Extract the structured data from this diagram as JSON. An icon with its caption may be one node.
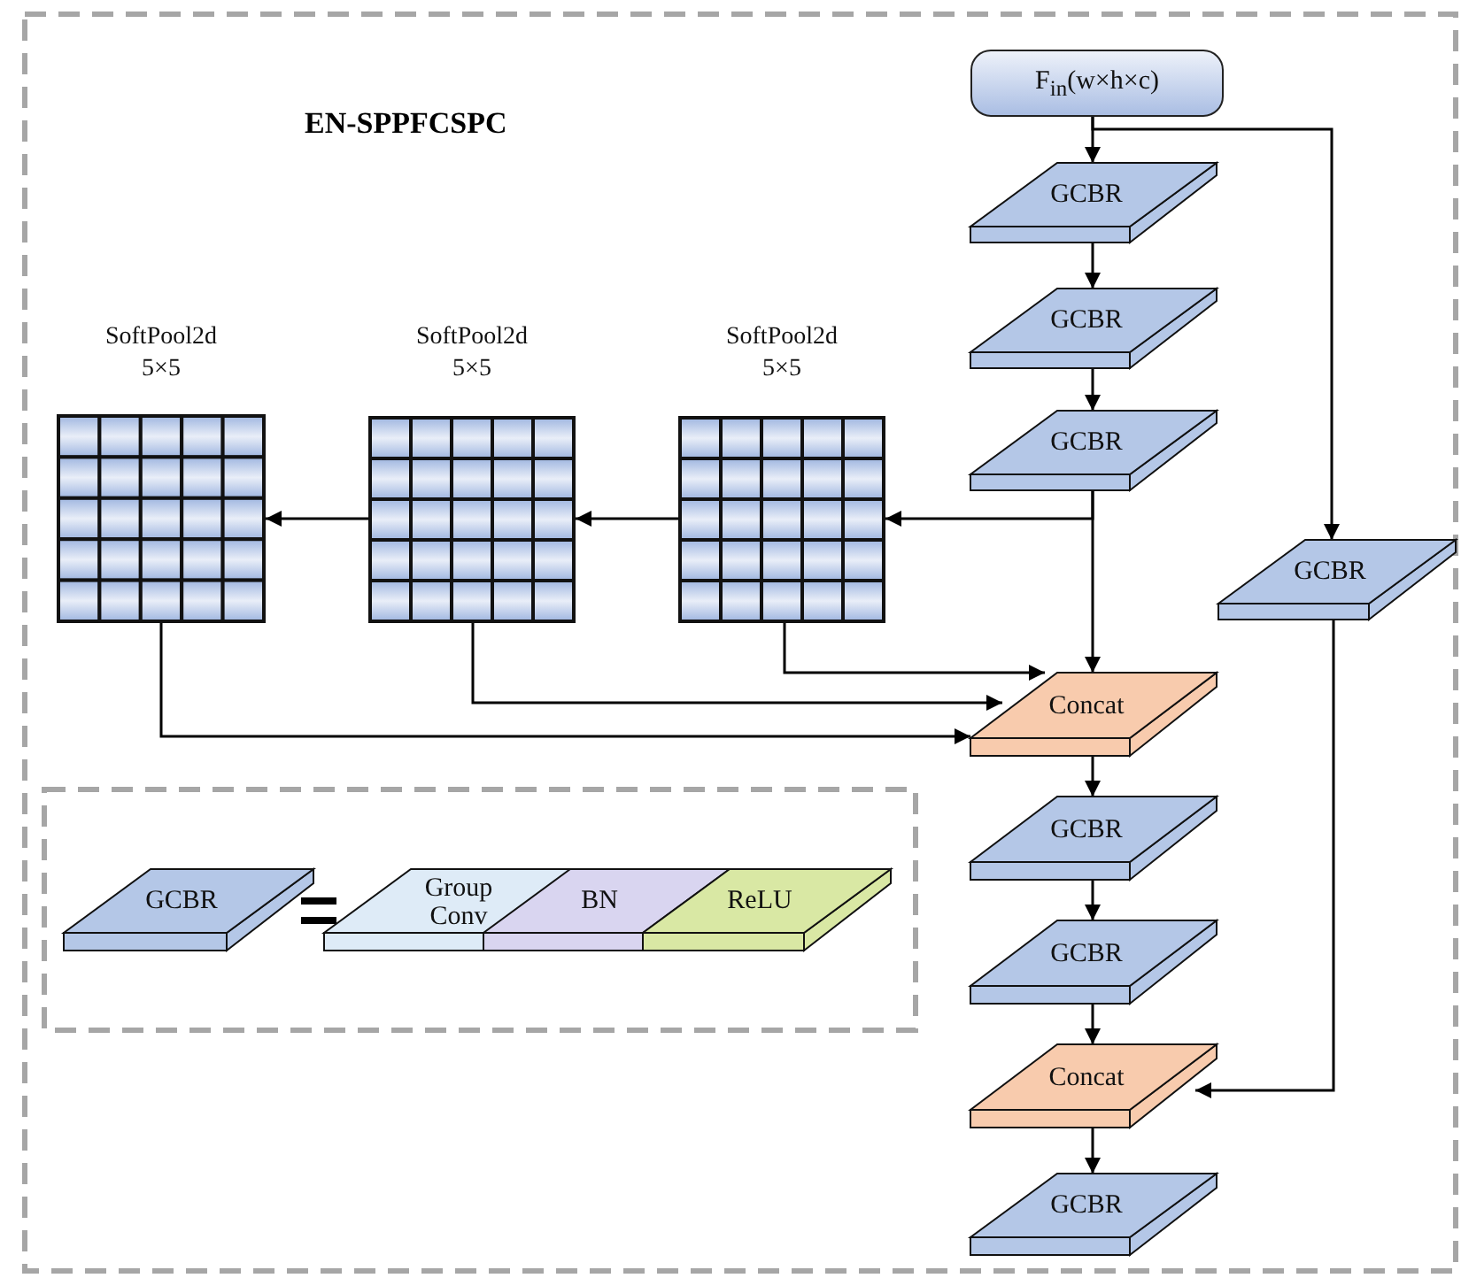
{
  "diagram": {
    "title": "EN-SPPFCSPC",
    "nodes": [
      {
        "text": [
          "F$_{in}$(w×h×c)"
        ]
      },
      {
        "text": [
          "GCBR"
        ]
      },
      {
        "text": [
          "GCBR"
        ]
      },
      {
        "text": [
          "GCBR"
        ]
      },
      {
        "text": [
          "SoftPool2d 5×5"
        ]
      },
      {
        "text": [
          "SoftPool2d 5×5"
        ]
      },
      {
        "text": [
          "SoftPool2d 5×5"
        ]
      },
      {
        "text": [
          "GCBR"
        ]
      },
      {
        "text": [
          "Concat"
        ]
      },
      {
        "text": [
          "GCBR"
        ]
      },
      {
        "text": [
          "GCBR"
        ]
      },
      {
        "text": [
          "Concat"
        ]
      },
      {
        "text": [
          "GCBR"
        ]
      },
      {
        "text": [
          "GCBR"
        ]
      },
      {
        "text": [
          "Group Conv"
        ]
      },
      {
        "text": [
          "BN"
        ]
      },
      {
        "text": [
          "ReLU"
        ]
      }
    ],
    "edges": [
      {
        "from": 0,
        "to": 1,
        "arrow": "to"
      },
      {
        "from": 0,
        "to": 7,
        "arrow": "to"
      },
      {
        "from": 1,
        "to": 2,
        "arrow": "to"
      },
      {
        "from": 2,
        "to": 3,
        "arrow": "to"
      },
      {
        "from": 3,
        "to": 4,
        "arrow": "to"
      },
      {
        "from": 3,
        "to": 8,
        "arrow": "to"
      },
      {
        "from": 4,
        "to": 5,
        "arrow": "to"
      },
      {
        "from": 5,
        "to": 6,
        "arrow": "to"
      },
      {
        "from": 4,
        "to": 8,
        "arrow": "to"
      },
      {
        "from": 5,
        "to": 8,
        "arrow": "to"
      },
      {
        "from": 6,
        "to": 8,
        "arrow": "to"
      },
      {
        "from": 8,
        "to": 9,
        "arrow": "to"
      },
      {
        "from": 9,
        "to": 10,
        "arrow": "to"
      },
      {
        "from": 10,
        "to": 11,
        "arrow": "to"
      },
      {
        "from": 7,
        "to": 11,
        "arrow": "to"
      },
      {
        "from": 11,
        "to": 12,
        "arrow": "to"
      }
    ]
  }
}
